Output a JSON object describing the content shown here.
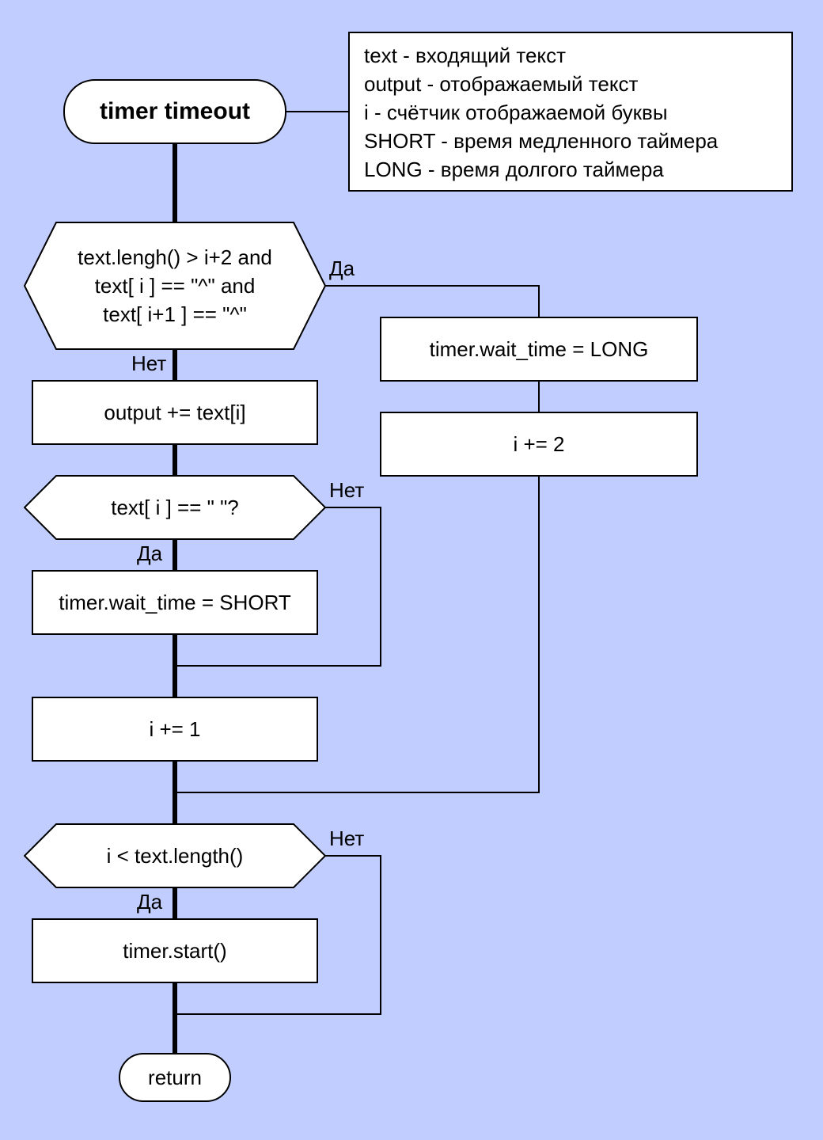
{
  "start": "timer timeout",
  "legend": [
    "text - входящий текст",
    "output - отображаемый текст",
    "i - счётчик отображаемой буквы",
    "SHORT - время медленного таймера",
    "LONG - время долгого таймера"
  ],
  "decision1": [
    "text.lengh() > i+2 and",
    "text[ i ] == \"^\" and",
    "text[ i+1 ] == \"^\""
  ],
  "decision2": "text[ i ] == \" \"?",
  "decision3": "i < text.length()",
  "steps": {
    "long": "timer.wait_time = LONG",
    "skip2": "i += 2",
    "append": "output += text[i]",
    "short": "timer.wait_time = SHORT",
    "inc1": "i += 1",
    "start_timer": "timer.start()"
  },
  "end": "return",
  "labels": {
    "d1_yes": "Да",
    "d1_no": "Нет",
    "d2_no": "Нет",
    "d2_yes": "Да",
    "d3_no": "Нет",
    "d3_yes": "Да"
  }
}
